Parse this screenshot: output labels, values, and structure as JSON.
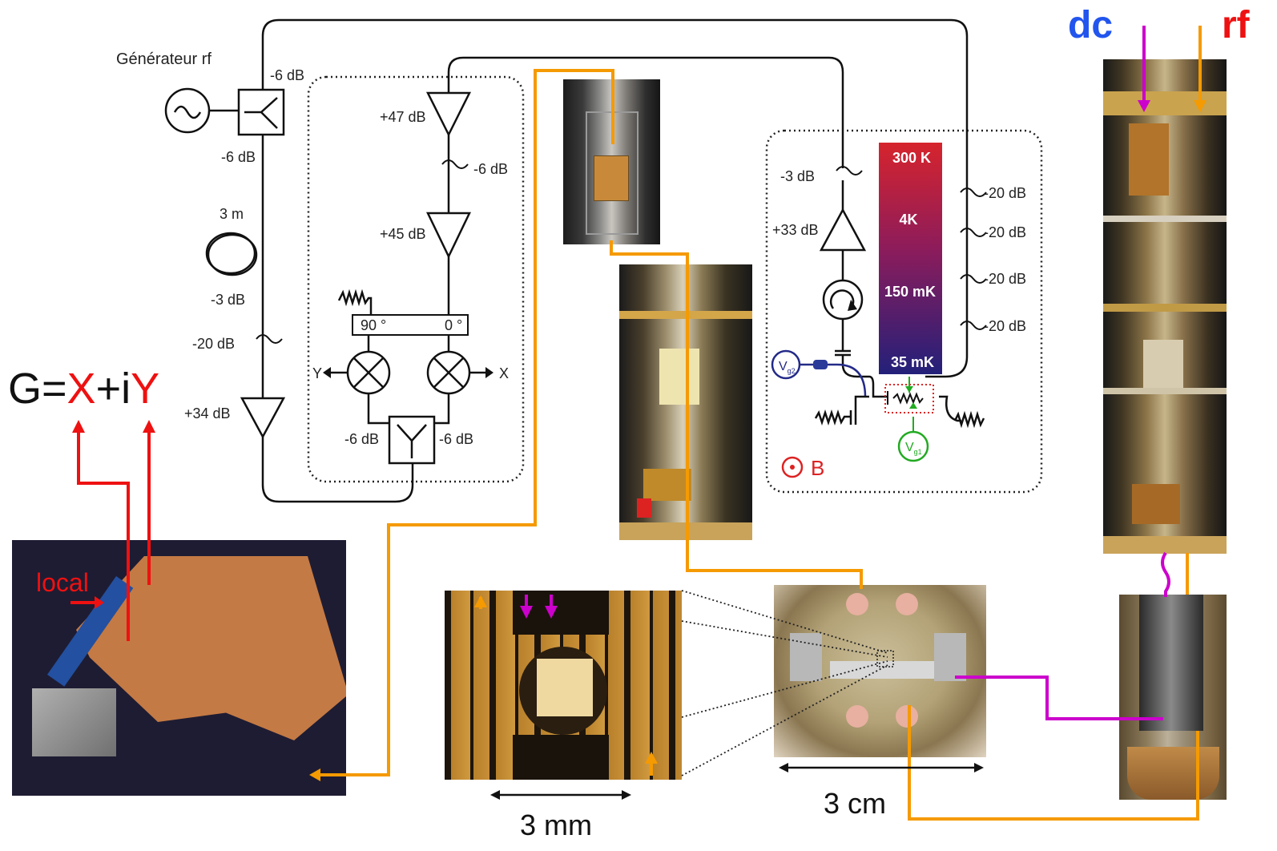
{
  "labels": {
    "generator": "Générateur rf",
    "splitter_top_loss": "-6 dB",
    "splitter_bottom_loss": "-6 dB",
    "cable_length": "3 m",
    "cable_loss": "-3 dB",
    "attenuator_room": "-20 dB",
    "amp_room": "+34 dB",
    "amp_47": "+47 dB",
    "atten_6": "-6 dB",
    "amp_45": "+45 dB",
    "phase_90": "90 °",
    "phase_0": "0 °",
    "mixer_y": "Y",
    "mixer_x": "X",
    "splitter_left": "-6 dB",
    "splitter_right": "-6 dB",
    "cryo_atten_3": "-3 dB",
    "cryo_amp_33": "+33 dB",
    "line_atten_1": "-20 dB",
    "line_atten_2": "-20 dB",
    "line_atten_3": "-20 dB",
    "line_atten_4": "-20 dB",
    "temp_300k": "300 K",
    "temp_4k": "4K",
    "temp_150mk": "150 mK",
    "temp_35mk": "35 mK",
    "gate_vg2_main": "V",
    "gate_vg2_sub": "g2",
    "gate_vg1_main": "V",
    "gate_vg1_sub": "g1",
    "field_b": "B",
    "dc_label": "dc",
    "rf_label": "rf",
    "eq_g": "G=",
    "eq_x": "X",
    "eq_plus_i": "+i",
    "eq_y": "Y",
    "local_label": "local",
    "scale_mm": "3 mm",
    "scale_cm": "3 cm"
  },
  "colors": {
    "orange": "#f59a00",
    "magenta": "#cc00cc",
    "red": "#ee1111",
    "blue": "#2255ee",
    "green": "#22aa22",
    "navy": "#232a88"
  }
}
